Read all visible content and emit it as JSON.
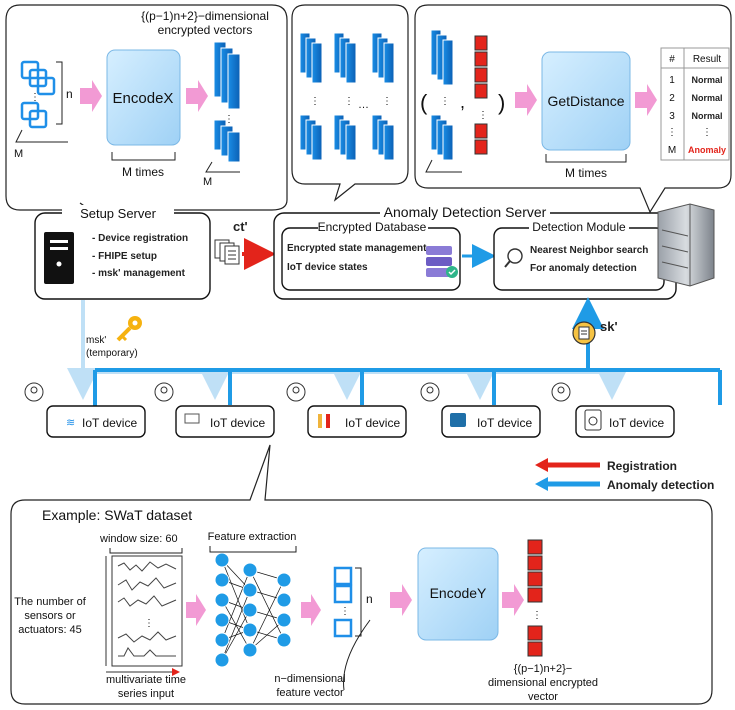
{
  "colors": {
    "registration": "#e3241b",
    "detection": "#1f9be6",
    "fade": "#bfe0f6",
    "pink": "#f29ad4",
    "encoder": "#bfe3fb"
  },
  "top": {
    "encvec_label_1": "{(p−1)n+2}−dimensional",
    "encvec_label_2": "encrypted vectors",
    "n_label": "n",
    "m_label": "M",
    "encodex": "EncodeX",
    "mtimes": "M times",
    "getdistance": "GetDistance",
    "mtimes_right": "M times",
    "paren_open": "(",
    "paren_close": ")",
    "comma": ",",
    "dots": "…"
  },
  "result_table": {
    "col_hash": "#",
    "col_result": "Result",
    "rows": [
      {
        "idx": "1",
        "res": "Normal"
      },
      {
        "idx": "2",
        "res": "Normal"
      },
      {
        "idx": "3",
        "res": "Normal"
      },
      {
        "idx": "⋮",
        "res": "⋮"
      },
      {
        "idx": "M",
        "res": "Anomaly"
      }
    ]
  },
  "setup": {
    "title": "Setup Server",
    "items": [
      "- Device registration",
      "- FHIPE setup",
      "- msk' management"
    ],
    "ct_label": "ct'"
  },
  "ads": {
    "title": "Anomaly Detection Server",
    "db_title": "Encrypted Database",
    "db_items": [
      "Encrypted state management",
      "IoT device states"
    ],
    "dm_title": "Detection Module",
    "dm_items": [
      "Nearest Neighbor search",
      "For anomaly detection"
    ]
  },
  "keys": {
    "msk_1": "msk'",
    "msk_2": "(temporary)",
    "sk": "sk'"
  },
  "devices": [
    "IoT device",
    "IoT device",
    "IoT device",
    "IoT device",
    "IoT device"
  ],
  "legend": {
    "registration": "Registration",
    "detection": "Anomaly detection"
  },
  "example": {
    "title": "Example: SWaT dataset",
    "window": "window size: 60",
    "sensors": [
      "The number of",
      "sensors or",
      "actuators: 45"
    ],
    "input": [
      "multivariate time",
      "series input"
    ],
    "feature_extraction": "Feature extraction",
    "n_label": "n",
    "feature_vec": [
      "n−dimensional",
      "feature vector"
    ],
    "encodey": "EncodeY",
    "enc_out": [
      "{(p−1)n+2}−",
      "dimensional encrypted",
      "vector"
    ],
    "dots": "⋮"
  }
}
